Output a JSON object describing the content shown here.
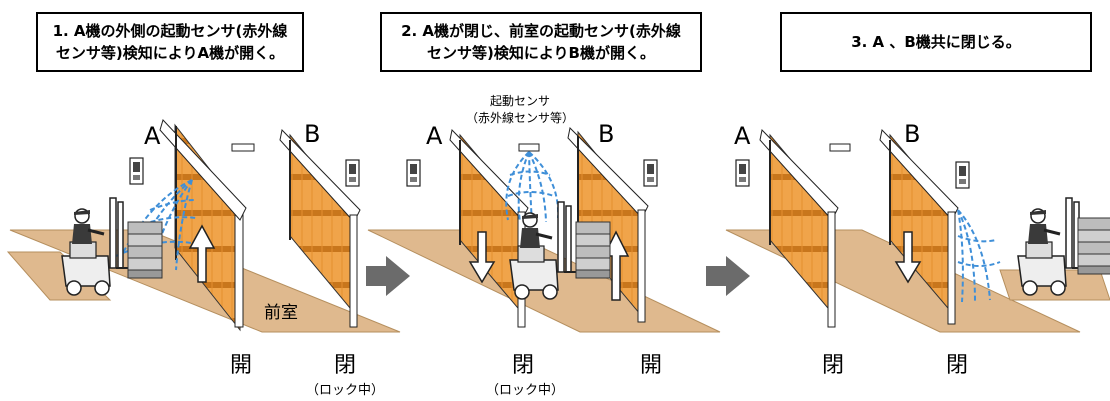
{
  "captions": {
    "step1": "1. A機の外側の起動センサ(赤外線\nセンサ等)検知によりA機が開く。",
    "step2": "2. A機が閉じ、前室の起動センサ(赤外線\nセンサ等)検知によりB機が開く。",
    "step3": "3. A 、B機共に閉じる。"
  },
  "labels": {
    "door_a": "A",
    "door_b": "B",
    "anteroom": "前室",
    "sensor_line1": "起動センサ",
    "sensor_line2": "（赤外線センサ等）",
    "state_open": "開",
    "state_closed": "閉",
    "locked": "（ロック中）"
  },
  "colors": {
    "floor": "#dfb98e",
    "shutter": "#f0a44a",
    "shutter_stripe": "#c8761c",
    "sensor_wave": "#3f8fd8",
    "arrow": "#6b6b6b"
  }
}
